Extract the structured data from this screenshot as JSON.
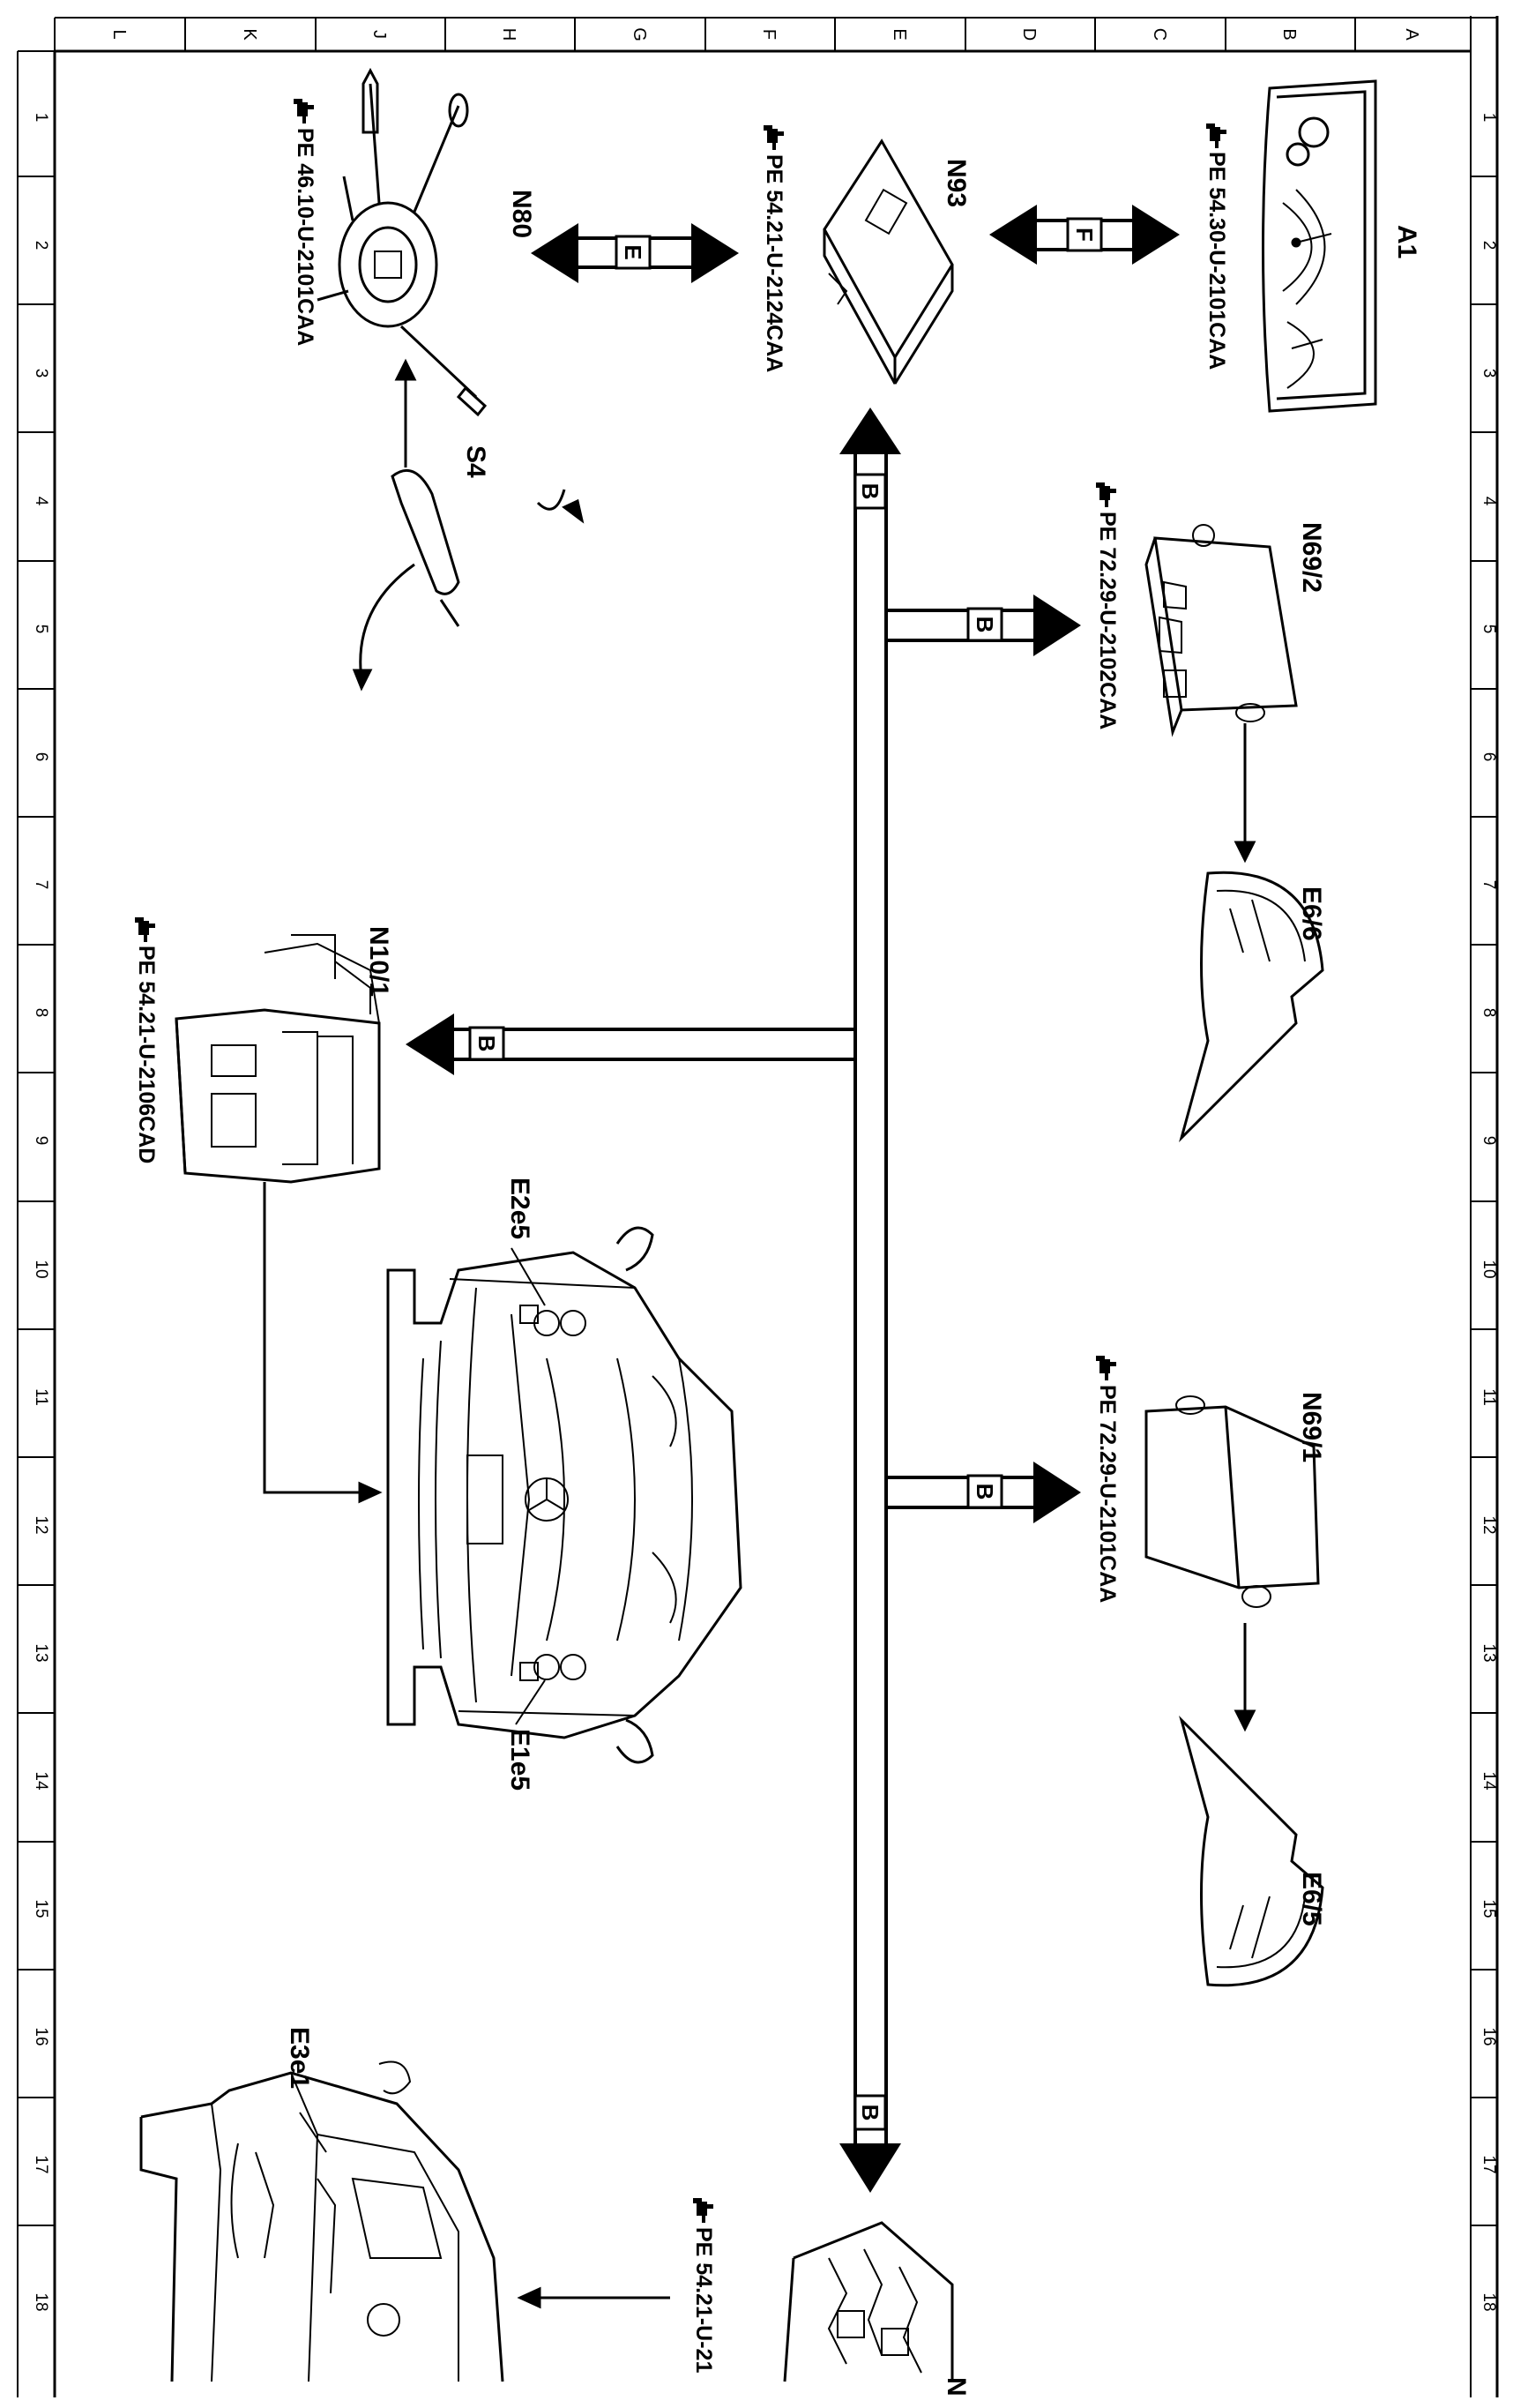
{
  "frame": {
    "column_letters": [
      "L",
      "K",
      "J",
      "H",
      "G",
      "F",
      "E",
      "D",
      "C",
      "B",
      "A"
    ],
    "row_numbers": [
      "1",
      "2",
      "3",
      "4",
      "5",
      "6",
      "7",
      "8",
      "9",
      "10",
      "11",
      "12",
      "13",
      "14",
      "15",
      "16",
      "17",
      "18"
    ]
  },
  "components": {
    "a1": {
      "label": "A1",
      "ref": "PE 54.30-U-2101CAA"
    },
    "n93": {
      "label": "N93",
      "ref": "PE 54.21-U-2124CAA"
    },
    "n80": {
      "label": "N80",
      "ref": "PE 46.10-U-2101CAA"
    },
    "s4": {
      "label": "S4"
    },
    "n69_2": {
      "label": "N69/2",
      "ref": "PE 72.29-U-2102CAA"
    },
    "e6_6": {
      "label": "E6/6"
    },
    "n10_1": {
      "label": "N10/1",
      "ref": "PE 54.21-U-2106CAD"
    },
    "e2e5": {
      "label": "E2e5"
    },
    "e1e5": {
      "label": "E1e5"
    },
    "n69_1": {
      "label": "N69/1",
      "ref": "PE 72.29-U-2101CAA"
    },
    "e6_5": {
      "label": "E6/5"
    },
    "e3e1": {
      "label": "E3e1"
    },
    "bottom_module": {
      "label": "N",
      "ref": "PE 54.21-U-21"
    }
  },
  "connectors": {
    "f": "F",
    "e": "E",
    "b": "B"
  },
  "icons": {
    "reference": "pointing-hand-icon"
  },
  "colors": {
    "line": "#000000",
    "background": "#ffffff"
  }
}
